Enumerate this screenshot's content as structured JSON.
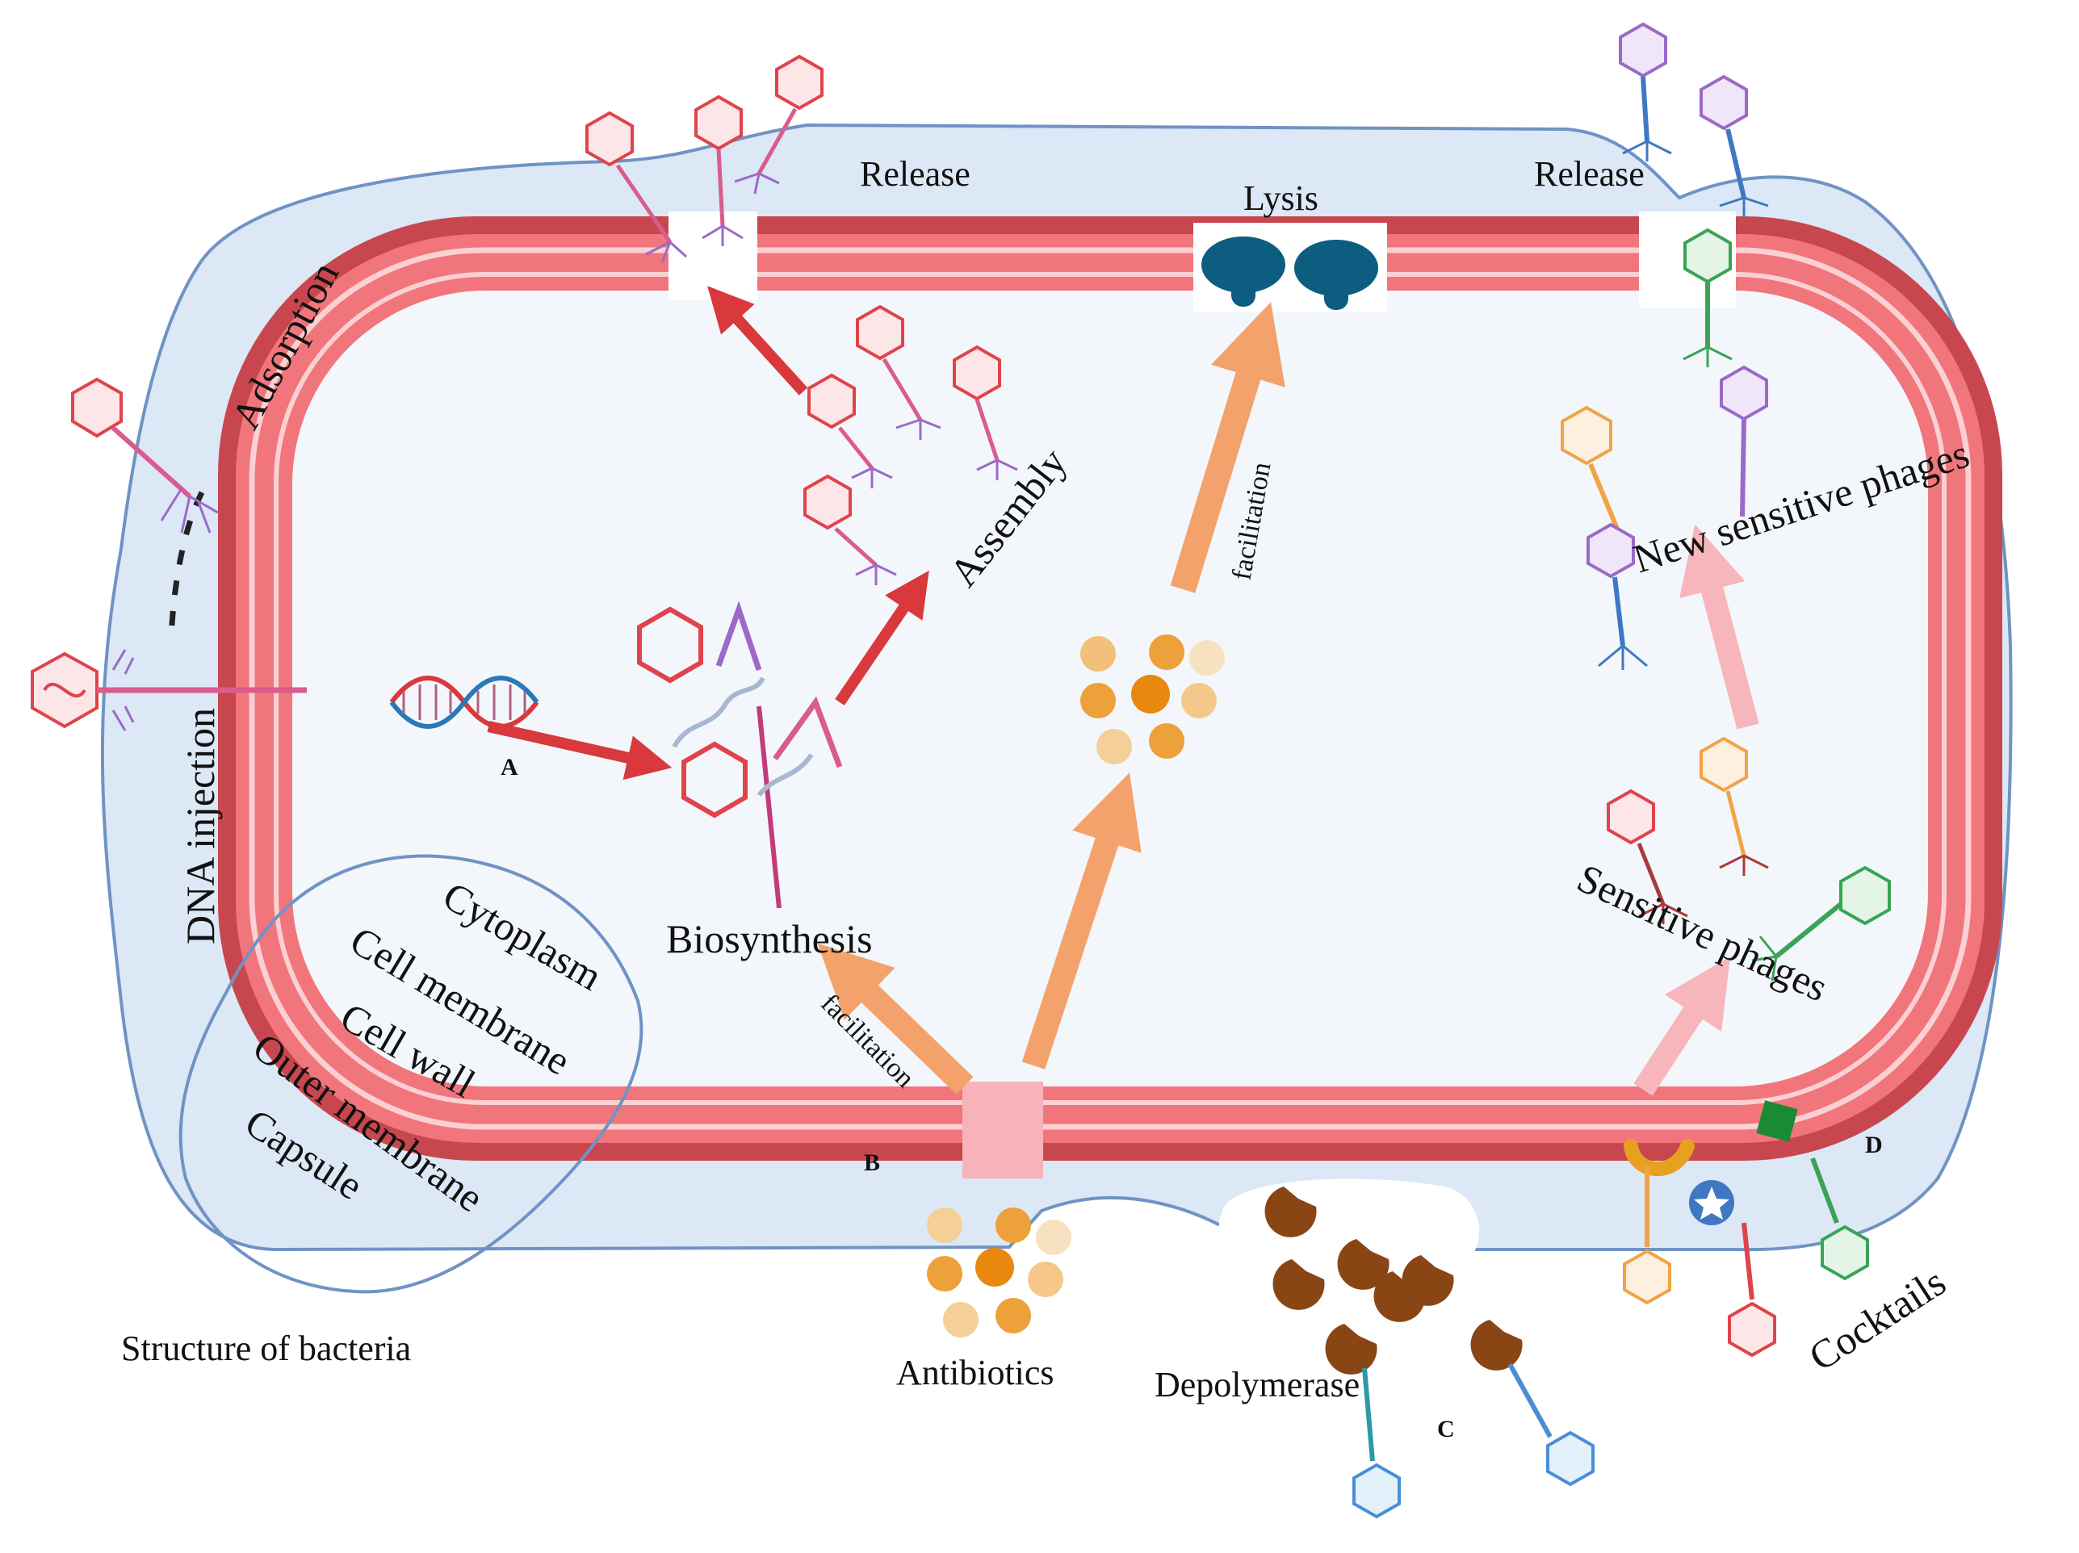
{
  "labels": {
    "release_left": "Release",
    "lysis": "Lysis",
    "release_right": "Release",
    "adsorption": "Adsorption",
    "assembly": "Assembly",
    "facilitation_top": "facilitation",
    "new_sensitive_phages": "New sensitive phages",
    "dna_injection": "DNA injection",
    "letter_a": "A",
    "biosynthesis": "Biosynthesis",
    "facilitation_bottom": "facilitation",
    "cytoplasm": "Cytoplasm",
    "cell_membrane": "Cell membrane",
    "cell_wall": "Cell wall",
    "outer_membrane": "Outer membrane",
    "capsule": "Capsule",
    "structure_of_bacteria": "Structure of bacteria",
    "letter_b": "B",
    "antibiotics": "Antibiotics",
    "depolymerase": "Depolymerase",
    "letter_c": "C",
    "sensitive_phages": "Sensitive phages",
    "letter_d": "D",
    "cocktails": "Cocktails"
  },
  "colors": {
    "capsule_fill": "#dce8f5",
    "capsule_stroke": "#6f93c4",
    "cell_wall_dark": "#c8474f",
    "cell_wall_light": "#f0767c",
    "cell_wall_stripe": "#fbd0d2",
    "cytoplasm": "#f3f7fc",
    "red_arrow": "#d9383c",
    "orange_arrow": "#f4a26b",
    "pink_arrow": "#f7b6bc",
    "antibiotic_dark": "#e8880e",
    "antibiotic_mid": "#f2b456",
    "antibiotic_light": "#f8dcb0",
    "depolymerase": "#8a4515",
    "lysis_protein": "#0d5d80",
    "phage_red": "#e0434b",
    "phage_pink": "#d95c8c",
    "phage_purple": "#9b6ac8",
    "phage_green": "#3aa355",
    "phage_orange": "#f0a347",
    "phage_blue": "#4a8ed6"
  }
}
